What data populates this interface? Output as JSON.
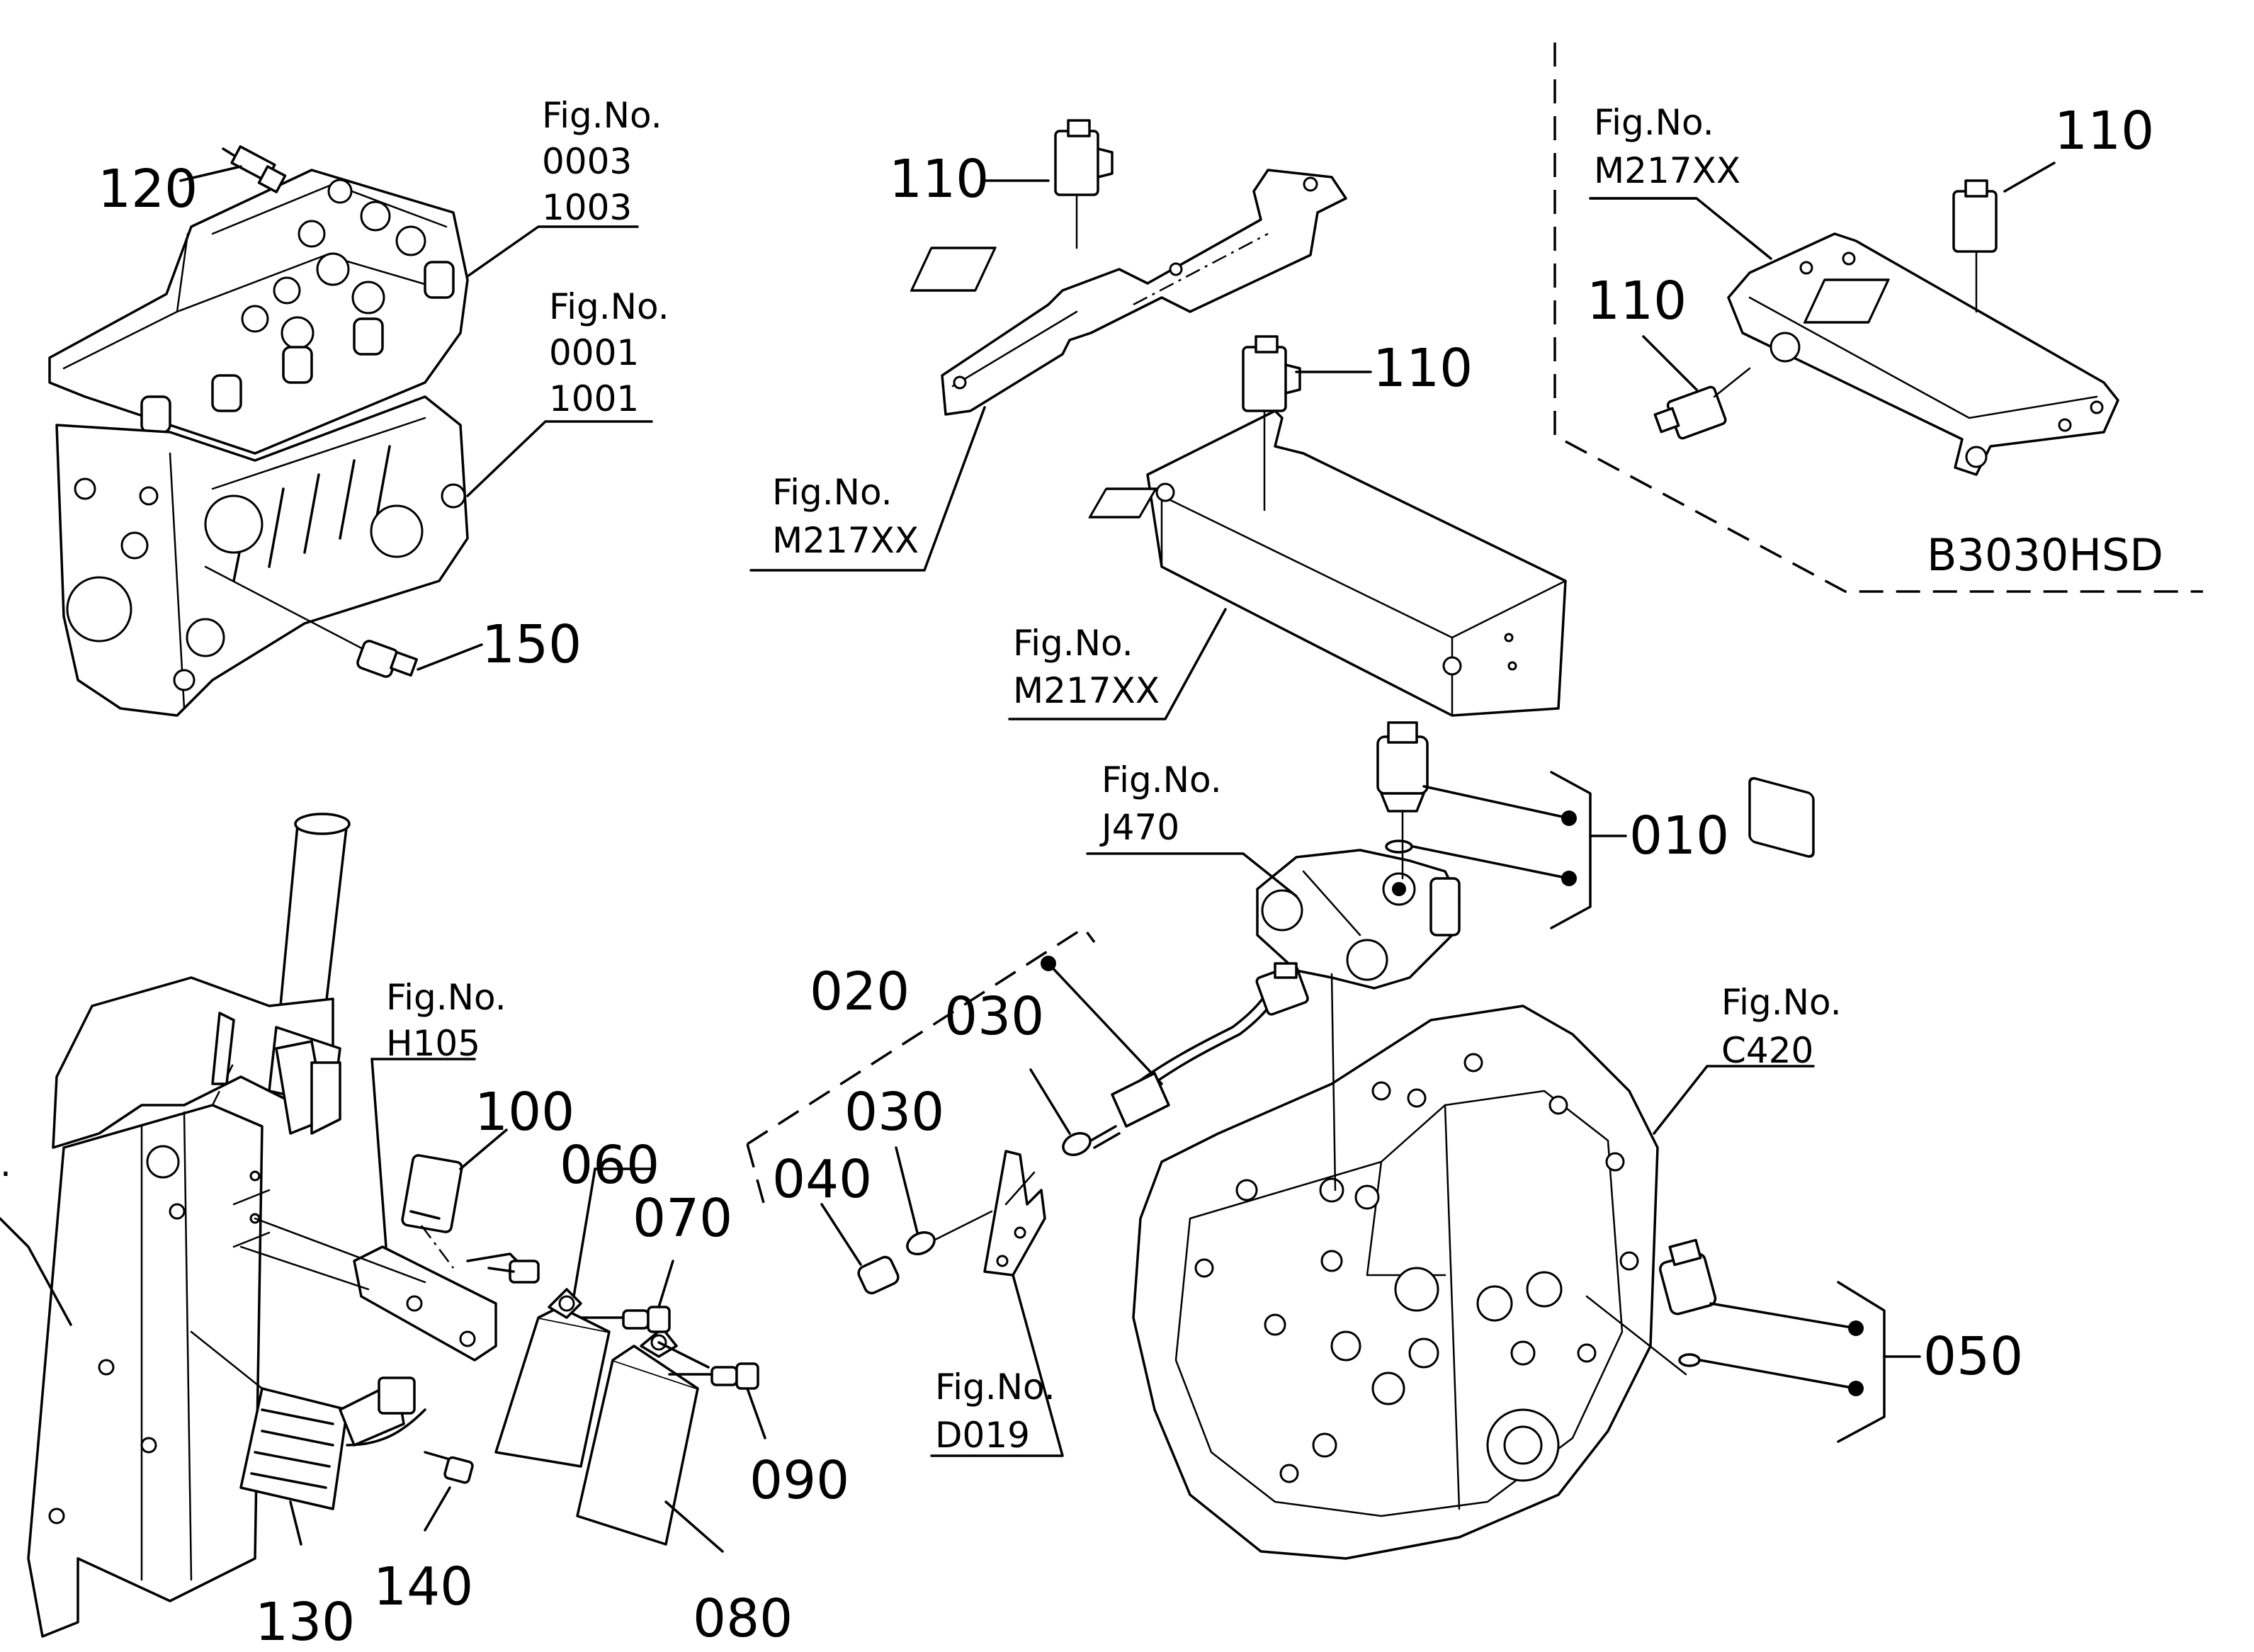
{
  "diagram": {
    "part_labels": [
      "120",
      "150",
      "110",
      "110",
      "110",
      "110",
      "010",
      "020",
      "030",
      "030",
      "040",
      "050",
      "060",
      "070",
      "080",
      "090",
      "100",
      "130",
      "140"
    ],
    "fig_refs": [
      {
        "label": "Fig.No.",
        "codes": [
          "0003",
          "1003"
        ]
      },
      {
        "label": "Fig.No.",
        "codes": [
          "0001",
          "1001"
        ]
      },
      {
        "label": "Fig.No.",
        "codes": [
          "M217XX"
        ]
      },
      {
        "label": "Fig.No.",
        "codes": [
          "M217XX"
        ]
      },
      {
        "label": "Fig.No.",
        "codes": [
          "M217XX"
        ]
      },
      {
        "label": "Fig.No.",
        "codes": [
          "J470"
        ]
      },
      {
        "label": "Fig.No.",
        "codes": [
          "H105"
        ]
      },
      {
        "label": "Fig.No.",
        "codes": [
          "C420"
        ]
      },
      {
        "label": "Fig.No.",
        "codes": [
          "D019"
        ]
      }
    ],
    "model_label": "B3030HSD",
    "stray_mark": "."
  },
  "icons": [
    "engine-block",
    "switch",
    "bracket",
    "valve-block",
    "transmission-case",
    "speed-sensor",
    "relay",
    "regulator",
    "bolt"
  ]
}
